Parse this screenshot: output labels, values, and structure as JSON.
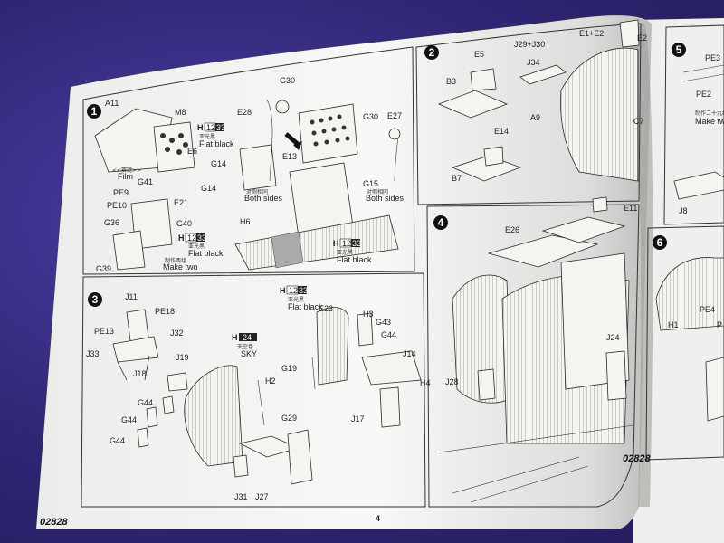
{
  "page": {
    "code_left": "02828",
    "code_right": "02828",
    "page_number": "4"
  },
  "steps": [
    {
      "number": "1"
    },
    {
      "number": "2"
    },
    {
      "number": "3"
    },
    {
      "number": "4"
    },
    {
      "number": "5"
    },
    {
      "number": "6"
    }
  ],
  "step1": {
    "labels": [
      "A11",
      "M8",
      "G41",
      "E6",
      "G14",
      "G14",
      "E21",
      "PE9",
      "PE10",
      "G36",
      "G40",
      "G39",
      "G30",
      "E28",
      "E13",
      "G30",
      "E27",
      "G15",
      "H6"
    ],
    "film_label": "Film",
    "film_cn": "<<赛璐>>",
    "paint1_code": "12",
    "paint1_num": "33",
    "paint1_cn": "亚光黑",
    "paint1_en": "Flat black",
    "paint2_code": "12",
    "paint2_num": "33",
    "paint2_cn": "亚光黑",
    "paint2_en": "Flat black",
    "paint3_code": "12",
    "paint3_num": "33",
    "paint3_cn": "亚光黑",
    "paint3_en": "Flat black",
    "both_sides_cn": "对侧相同",
    "both_sides_en": "Both sides",
    "both_sides2_cn": "对侧相同",
    "both_sides2_en": "Both sides",
    "make_two_cn": "制作两组",
    "make_two_en": "Make two"
  },
  "step2": {
    "labels": [
      "E5",
      "J29+J30",
      "E1+E2",
      "E2",
      "B3",
      "J34",
      "A9",
      "E14",
      "B7",
      "C7"
    ]
  },
  "step3": {
    "labels": [
      "J11",
      "PE18",
      "PE13",
      "J32",
      "J33",
      "J18",
      "J19",
      "G44",
      "G44",
      "G44",
      "H2",
      "G29",
      "J31",
      "J27",
      "E23",
      "H3",
      "G43",
      "G44",
      "J14",
      "G19",
      "H4",
      "J17"
    ],
    "paint1_code": "12",
    "paint1_num": "33",
    "paint1_cn": "亚光黑",
    "paint1_en": "Flat black",
    "paint2_code": "24",
    "paint2_cn": "天空色",
    "paint2_en": "SKY"
  },
  "step4": {
    "labels": [
      "E26",
      "E11",
      "J28",
      "J24"
    ]
  },
  "step5": {
    "labels": [
      "PE3",
      "PE2",
      "J8"
    ],
    "make_cn": "制作二十九组",
    "make_en": "Make twe"
  },
  "step6": {
    "labels": [
      "H1",
      "PE4",
      "P"
    ]
  },
  "colors": {
    "background": "#2f2675",
    "paper": "#f6f6f3",
    "ink": "#222222"
  }
}
